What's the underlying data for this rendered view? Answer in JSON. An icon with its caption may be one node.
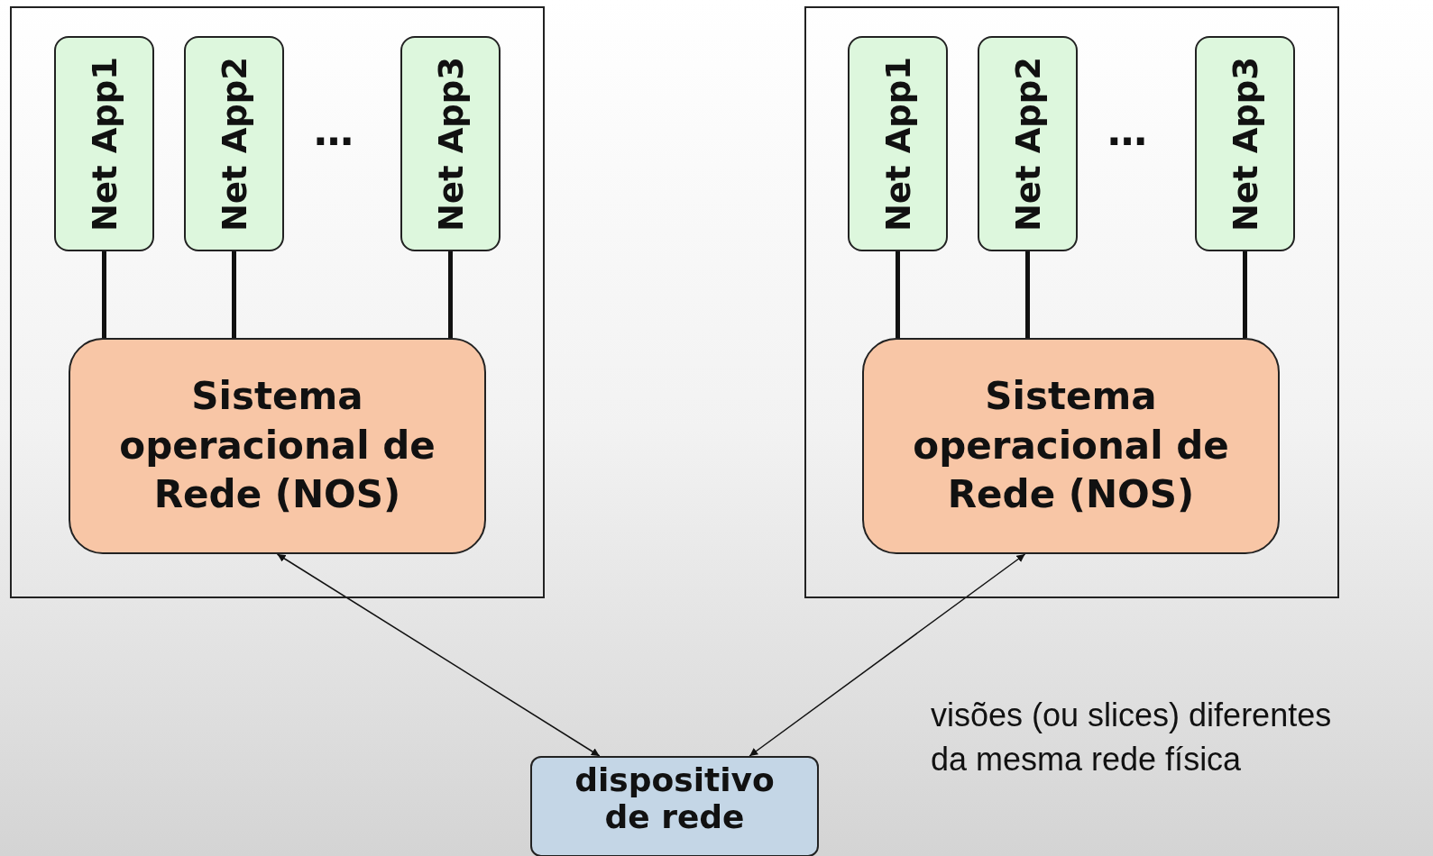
{
  "diagram": {
    "nodes": [
      {
        "text": [],
        "shape": "box"
      },
      {
        "text": [
          "Net App1"
        ],
        "in": 0
      },
      {
        "text": [
          "Net App2"
        ],
        "in": 0
      },
      {
        "text": [
          "Net App3"
        ],
        "in": 0
      },
      {
        "text": [
          "Sistema operacional de Rede (NOS)"
        ],
        "in": 0
      },
      {
        "text": [],
        "shape": "box"
      },
      {
        "text": [
          "Net App1"
        ],
        "in": 5
      },
      {
        "text": [
          "Net App2"
        ],
        "in": 5
      },
      {
        "text": [
          "Net App3"
        ],
        "in": 5
      },
      {
        "text": [
          "Sistema operacional de Rede (NOS)"
        ],
        "in": 5
      },
      {
        "text": [
          "dispositivo de rede"
        ]
      }
    ],
    "edges": [
      {
        "from": 1,
        "to": 4,
        "arrow": "none"
      },
      {
        "from": 2,
        "to": 4,
        "arrow": "none"
      },
      {
        "from": 3,
        "to": 4,
        "arrow": "none"
      },
      {
        "from": 6,
        "to": 9,
        "arrow": "none"
      },
      {
        "from": 7,
        "to": 9,
        "arrow": "none"
      },
      {
        "from": 8,
        "to": 9,
        "arrow": "none"
      },
      {
        "from": 4,
        "to": 10,
        "arrow": "both"
      },
      {
        "from": 9,
        "to": 10,
        "arrow": "both"
      }
    ],
    "labels": [
      "…",
      "…",
      "visões (ou slices) diferentes da mesma rede física"
    ]
  }
}
